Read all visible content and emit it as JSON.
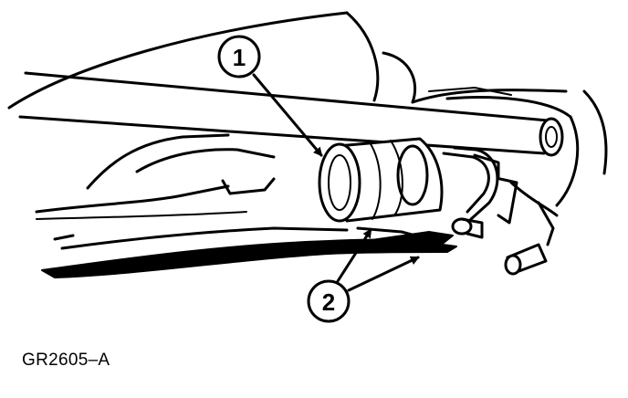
{
  "callouts": [
    {
      "label": "1"
    },
    {
      "label": "2"
    }
  ],
  "figure_id": "GR2605–A"
}
